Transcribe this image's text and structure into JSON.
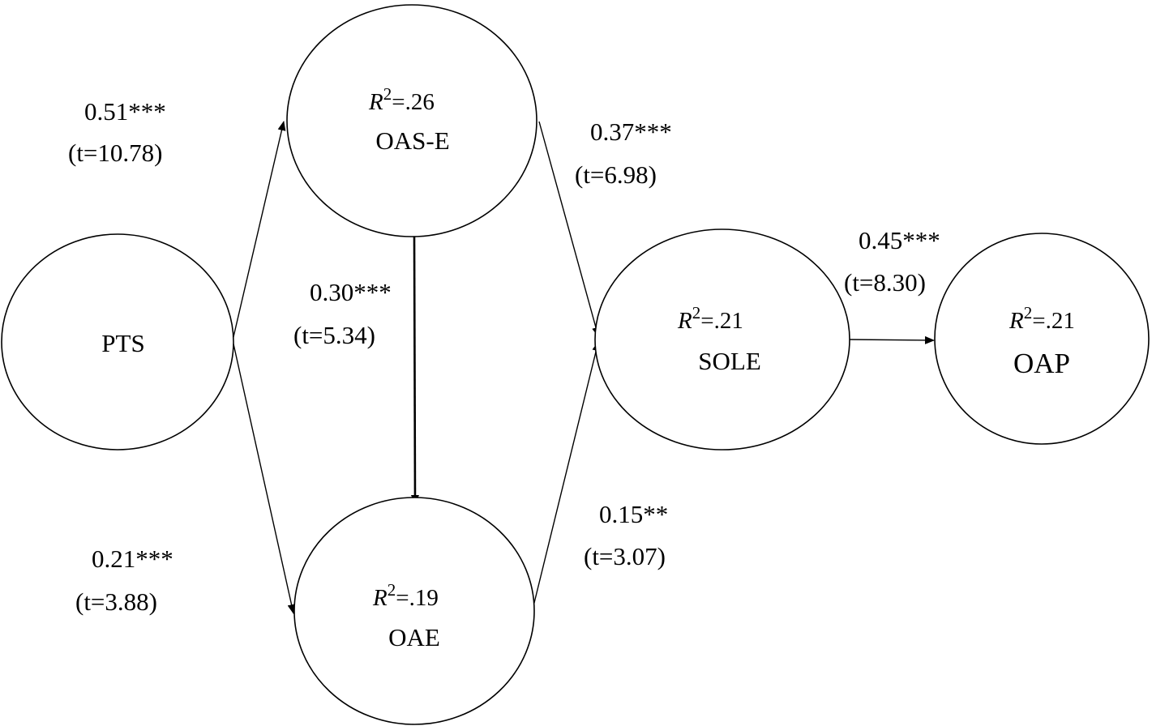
{
  "nodes": {
    "pts": {
      "label": "PTS"
    },
    "oase": {
      "label": "OAS-E",
      "r2_symbol": "R",
      "r2_exp": "2",
      "r2_value": "=.26"
    },
    "oae": {
      "label": "OAE",
      "r2_symbol": "R",
      "r2_exp": "2",
      "r2_value": "=.19"
    },
    "sole": {
      "label": "SOLE",
      "r2_symbol": "R",
      "r2_exp": "2",
      "r2_value": "=.21"
    },
    "oap": {
      "label": "OAP",
      "r2_symbol": "R",
      "r2_exp": "2",
      "r2_value": "=.21"
    }
  },
  "paths": {
    "pts_oase": {
      "from": "PTS",
      "to": "OAS-E",
      "coef": "0.51***",
      "t": "(t=10.78)"
    },
    "pts_oae": {
      "from": "PTS",
      "to": "OAE",
      "coef": "0.21***",
      "t": "(t=3.88)"
    },
    "oase_oae": {
      "from": "OAS-E",
      "to": "OAE",
      "coef": "0.30***",
      "t": "(t=5.34)"
    },
    "oase_sole": {
      "from": "OAS-E",
      "to": "SOLE",
      "coef": "0.37***",
      "t": "(t=6.98)"
    },
    "oae_sole": {
      "from": "OAE",
      "to": "SOLE",
      "coef": "0.15**",
      "t": "(t=3.07)"
    },
    "sole_oap": {
      "from": "SOLE",
      "to": "OAP",
      "coef": "0.45***",
      "t": "(t=8.30)"
    }
  }
}
